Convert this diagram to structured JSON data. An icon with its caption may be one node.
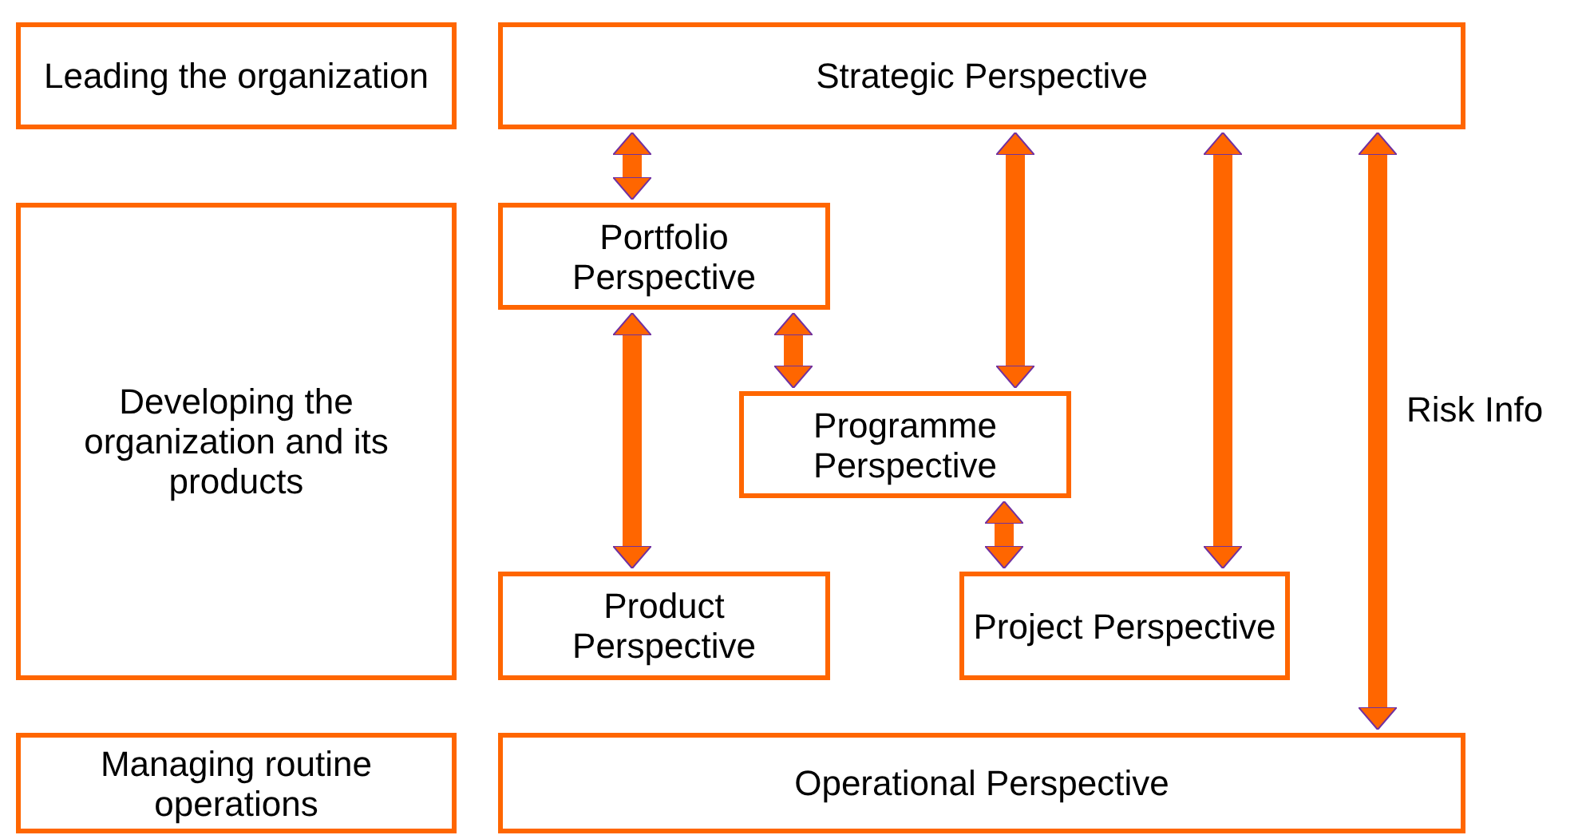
{
  "diagram": {
    "nodes": [
      {
        "text": [
          "Leading the organization"
        ]
      },
      {
        "text": [
          "Strategic Perspective"
        ]
      },
      {
        "text": [
          "Developing the organization and its products"
        ]
      },
      {
        "text": [
          "Portfolio Perspective"
        ]
      },
      {
        "text": [
          "Programme Perspective"
        ]
      },
      {
        "text": [
          "Product Perspective"
        ]
      },
      {
        "text": [
          "Project Perspective"
        ]
      },
      {
        "text": [
          "Managing routine operations"
        ]
      },
      {
        "text": [
          "Operational Perspective"
        ]
      }
    ],
    "edges": [
      {
        "from": 1,
        "to": 3,
        "arrow": "both"
      },
      {
        "from": 1,
        "to": 4,
        "arrow": "both"
      },
      {
        "from": 1,
        "to": 6,
        "arrow": "both"
      },
      {
        "from": 1,
        "to": 8,
        "arrow": "both",
        "label": "Risk Info"
      },
      {
        "from": 3,
        "to": 5,
        "arrow": "both"
      },
      {
        "from": 3,
        "to": 4,
        "arrow": "both"
      },
      {
        "from": 4,
        "to": 6,
        "arrow": "both"
      }
    ]
  }
}
